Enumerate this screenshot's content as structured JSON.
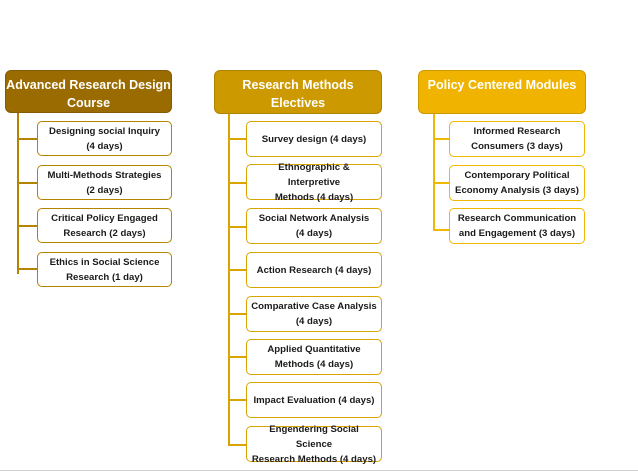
{
  "colors": {
    "col1_header": "#9a6b00",
    "col1_accent": "#b48300",
    "col2_header": "#cc9a00",
    "col2_accent": "#d9a400",
    "col3_header": "#f0b400",
    "col3_accent": "#f0b800"
  },
  "columns": [
    {
      "title": "Advanced Research Design Course",
      "items": [
        "Designing social Inquiry\n(4 days)",
        "Multi-Methods Strategies\n(2 days)",
        "Critical Policy Engaged\nResearch (2 days)",
        "Ethics in Social Science\nResearch (1 day)"
      ]
    },
    {
      "title": "Research Methods Electives",
      "items": [
        "Survey design (4 days)",
        "Ethnographic & Interpretive\nMethods (4 days)",
        "Social Network Analysis\n(4 days)",
        "Action Research (4 days)",
        "Comparative Case Analysis\n(4 days)",
        "Applied Quantitative\nMethods (4 days)",
        "Impact Evaluation (4 days)",
        "Engendering Social Science\nResearch Methods (4 days)"
      ]
    },
    {
      "title": "Policy Centered Modules",
      "items": [
        "Informed Research\nConsumers (3 days)",
        "Contemporary Political\nEconomy Analysis (3 days)",
        "Research Communication\nand Engagement (3 days)"
      ]
    }
  ]
}
